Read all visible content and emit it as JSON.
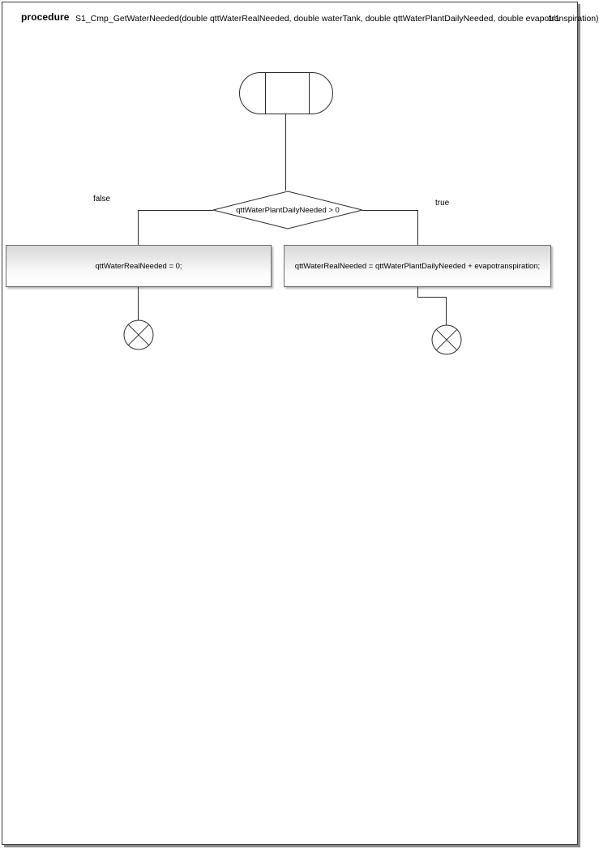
{
  "document": {
    "kind": "flowchart",
    "page_indicator": "1/1"
  },
  "header": {
    "keyword": "procedure",
    "signature": "S1_Cmp_GetWaterNeeded(double qttWaterRealNeeded, double waterTank, double qttWaterPlantDailyNeeded, double evapotranspiration)",
    "page": "1/1"
  },
  "diagram": {
    "start_node": {
      "name": "start-terminal",
      "shape": "stadium"
    },
    "decision": {
      "condition": "qttWaterPlantDailyNeeded > 0",
      "branches": {
        "false_label": "false",
        "true_label": "true"
      }
    },
    "processes": [
      {
        "id": "false-branch-process",
        "statement": "qttWaterRealNeeded = 0;"
      },
      {
        "id": "true-branch-process",
        "statement": "qttWaterRealNeeded = qttWaterPlantDailyNeeded + evapotranspiration;"
      }
    ],
    "end_nodes": [
      {
        "id": "end-false-branch",
        "shape": "circle-x"
      },
      {
        "id": "end-true-branch",
        "shape": "circle-x"
      }
    ]
  },
  "colors": {
    "stroke": "#2b2b2b",
    "box_border": "#6e6e6e",
    "box_fill_top": "#d8d8d8",
    "box_fill_bottom": "#ffffff",
    "page_border": "#3a3a3a",
    "page_shadow": "#8a8a8a",
    "text": "#000000"
  }
}
